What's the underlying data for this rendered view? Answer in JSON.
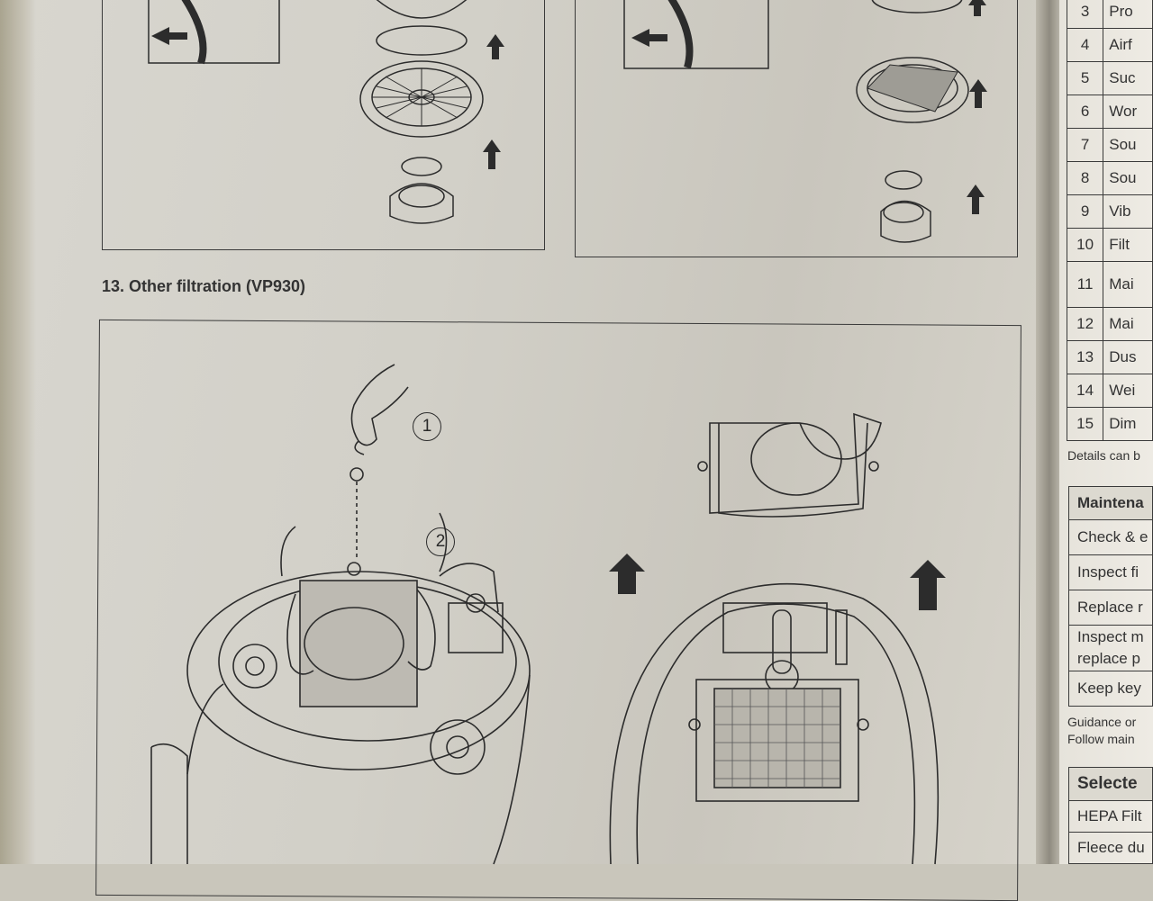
{
  "section": {
    "title": "13. Other filtration (VP930)"
  },
  "steps": {
    "step1": "1",
    "step2": "2"
  },
  "parts_table": [
    {
      "num": "3",
      "label": "Pro"
    },
    {
      "num": "4",
      "label": "Airf"
    },
    {
      "num": "5",
      "label": "Suc"
    },
    {
      "num": "6",
      "label": "Wor"
    },
    {
      "num": "7",
      "label": "Sou"
    },
    {
      "num": "8",
      "label": "Sou"
    },
    {
      "num": "9",
      "label": "Vib"
    },
    {
      "num": "10",
      "label": "Filt"
    },
    {
      "num": "11",
      "label": "Mai"
    },
    {
      "num": "12",
      "label": "Mai"
    },
    {
      "num": "13",
      "label": "Dus"
    },
    {
      "num": "14",
      "label": "Wei"
    },
    {
      "num": "15",
      "label": "Dim"
    }
  ],
  "parts_note": "Details can b",
  "maintenance_table": {
    "header": "Maintena",
    "rows": [
      "Check & e",
      "Inspect fi",
      "Replace r",
      "Inspect m",
      "Keep key"
    ],
    "row4_line2": "replace p"
  },
  "guidance": {
    "line1": "Guidance or",
    "line2": "Follow main"
  },
  "selected_table": {
    "header": "Selecte",
    "rows": [
      "HEPA Filt",
      "Fleece du"
    ]
  }
}
